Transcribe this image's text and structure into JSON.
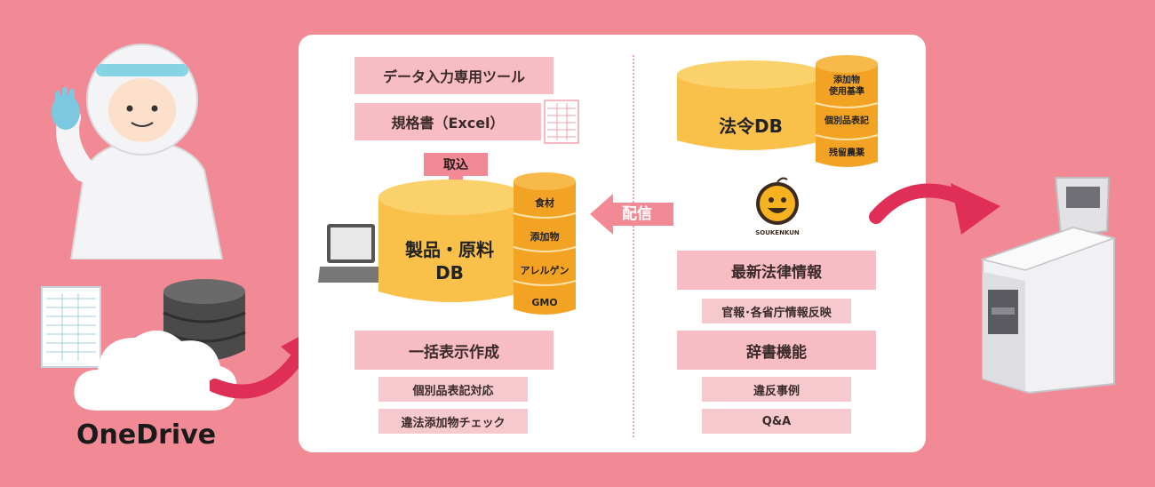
{
  "left": {
    "onedrive_label": "OneDrive"
  },
  "inputs": {
    "data_tool": "データ入力専用ツール",
    "spec_excel": "規格書（Excel）",
    "import_label": "取込"
  },
  "product_db": {
    "title_line1": "製品・原料",
    "title_line2": "DB",
    "side_items": [
      "食材",
      "添加物",
      "アレルゲン",
      "GMO"
    ]
  },
  "distribution_label": "配信",
  "features_left": {
    "main": "一括表示作成",
    "items": [
      "個別品表記対応",
      "違法添加物チェック"
    ]
  },
  "law_db": {
    "title": "法令DB",
    "side_items": [
      "添加物\n使用基準",
      "個別品表記",
      "残留農薬"
    ]
  },
  "mascot": {
    "label": "SOUKENKUN"
  },
  "features_right": {
    "main1": "最新法律情報",
    "sub1": "官報･各省庁情報反映",
    "main2": "辞書機能",
    "items2": [
      "違反事例",
      "Q&A"
    ]
  },
  "colors": {
    "background": "#f28a96",
    "panel": "#ffffff",
    "cylinder_yellow": "#f9c04a",
    "cylinder_orange": "#f2a324",
    "arrow": "#e02f56"
  }
}
